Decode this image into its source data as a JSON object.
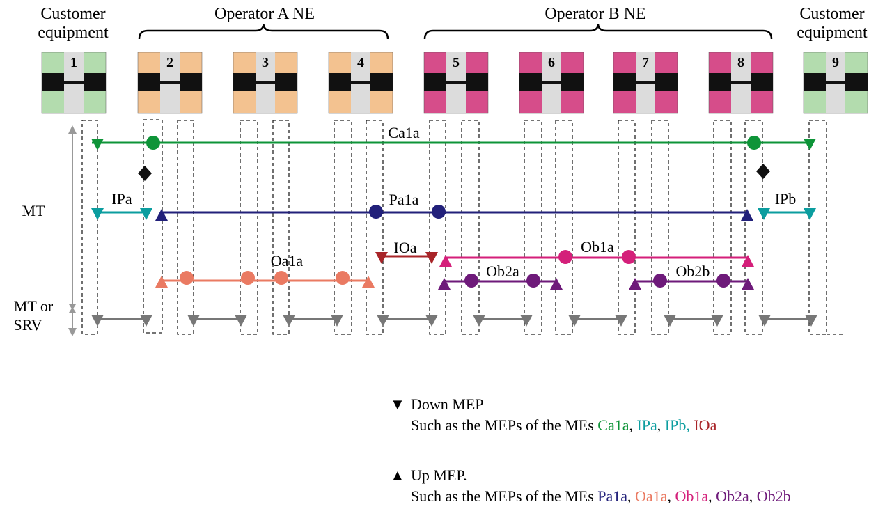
{
  "groups": {
    "customer_left": "Customer equipment",
    "operator_a": "Operator A NE",
    "operator_b": "Operator B NE",
    "customer_right": "Customer equipment"
  },
  "nodes": [
    {
      "id": "1",
      "label": "1",
      "kind": "customer"
    },
    {
      "id": "2",
      "label": "2",
      "kind": "operator_a"
    },
    {
      "id": "3",
      "label": "3",
      "kind": "operator_a"
    },
    {
      "id": "4",
      "label": "4",
      "kind": "operator_a"
    },
    {
      "id": "5",
      "label": "5",
      "kind": "operator_b"
    },
    {
      "id": "6",
      "label": "6",
      "kind": "operator_b"
    },
    {
      "id": "7",
      "label": "7",
      "kind": "operator_b"
    },
    {
      "id": "8",
      "label": "8",
      "kind": "operator_b"
    },
    {
      "id": "9",
      "label": "9",
      "kind": "customer"
    }
  ],
  "levels": {
    "mt": "MT",
    "mt_or_srv_1": "MT or",
    "mt_or_srv_2": "SRV"
  },
  "me_labels": {
    "Ca1a": "Ca1a",
    "IPa": "IPa",
    "IPb": "IPb",
    "Pa1a": "Pa1a",
    "IOa": "IOa",
    "Oa1a": "Oa1a",
    "Ob1a": "Ob1a",
    "Ob2a": "Ob2a",
    "Ob2b": "Ob2b"
  },
  "colors": {
    "customer": "#b3dcae",
    "operator_a": "#f3c290",
    "operator_b": "#d64d8a",
    "Ca1a": "#0e9438",
    "IPa": "#0b9d9f",
    "Pa1a": "#22207a",
    "IOa": "#a82428",
    "Oa1a": "#ea7a62",
    "Ob1a": "#d41f7a",
    "Ob2": "#6e1a7a",
    "srv": "#777777"
  },
  "legend": {
    "down_title": "Down MEP",
    "down_prefix": "Such as the MEPs of the MEs ",
    "down_items": [
      "Ca1a",
      "IPa",
      "IPb,",
      "IOa"
    ],
    "up_title": "Up MEP.",
    "up_prefix": "Such as the MEPs of the MEs ",
    "up_items": [
      "Pa1a",
      "Oa1a",
      "Ob1a",
      "Ob2a",
      "Ob2b"
    ]
  }
}
